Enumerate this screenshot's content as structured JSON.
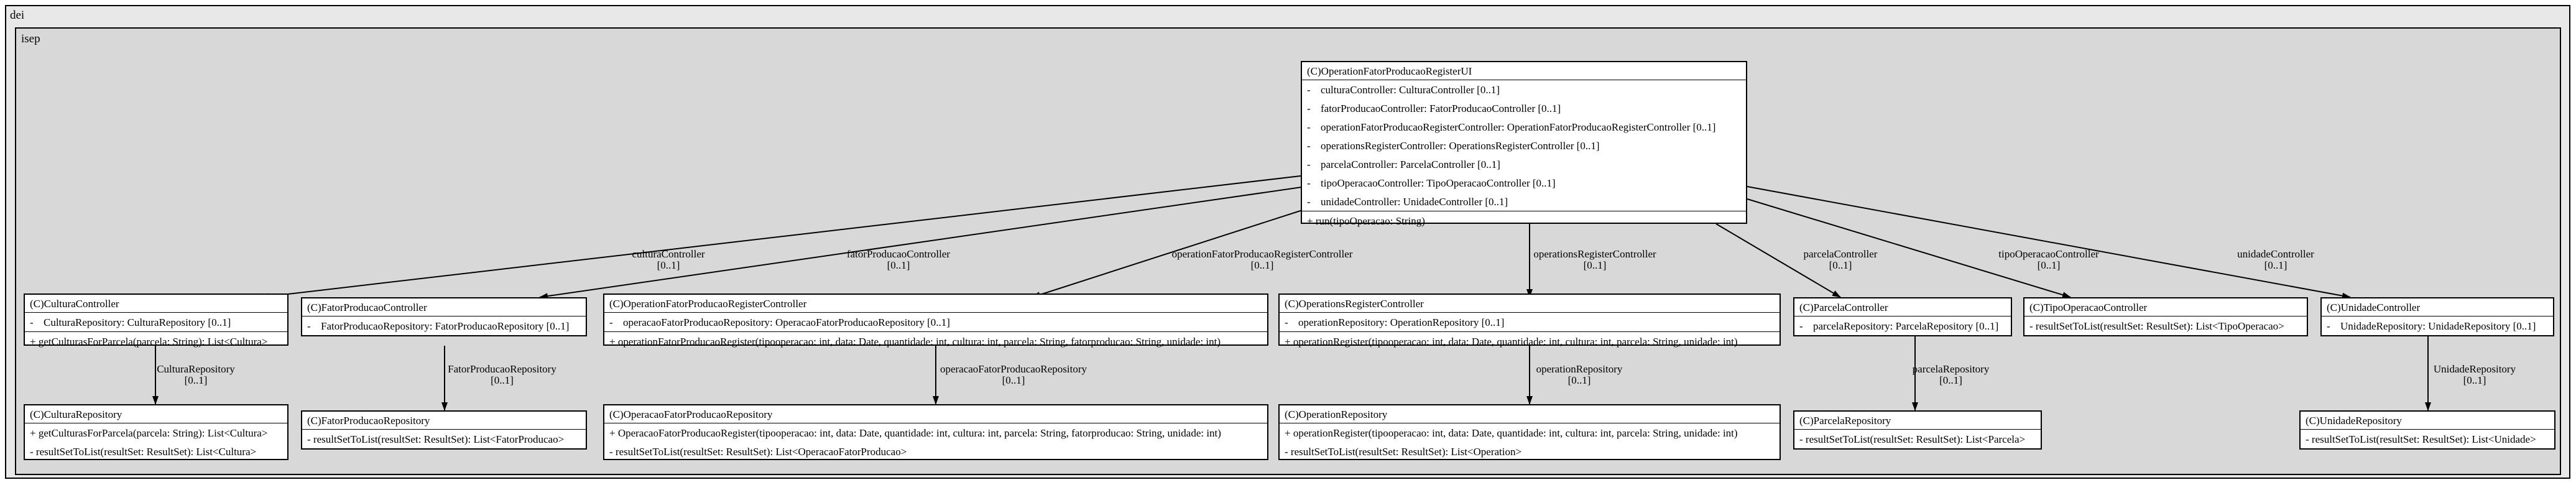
{
  "packages": {
    "outer": "dei",
    "inner": "isep"
  },
  "ui": {
    "title": "(C)OperationFatorProducaoRegisterUI",
    "attributes": [
      {
        "vis": "-",
        "text": "culturaController: CulturaController [0..1]"
      },
      {
        "vis": "-",
        "text": "fatorProducaoController: FatorProducaoController [0..1]"
      },
      {
        "vis": "-",
        "text": "operationFatorProducaoRegisterController: OperationFatorProducaoRegisterController [0..1]"
      },
      {
        "vis": "-",
        "text": "operationsRegisterController: OperationsRegisterController [0..1]"
      },
      {
        "vis": "-",
        "text": "parcelaController: ParcelaController [0..1]"
      },
      {
        "vis": "-",
        "text": "tipoOperacaoController: TipoOperacaoController [0..1]"
      },
      {
        "vis": "-",
        "text": "unidadeController: UnidadeController [0..1]"
      }
    ],
    "operations": [
      "+ run(tipoOperacao: String)"
    ]
  },
  "controllers": [
    {
      "title": "(C)CulturaController",
      "attr_vis": "-",
      "attr": "CulturaRepository: CulturaRepository [0..1]",
      "op": "+ getCulturasForParcela(parcela: String): List<Cultura>"
    },
    {
      "title": "(C)FatorProducaoController",
      "attr_vis": "-",
      "attr": "FatorProducaoRepository: FatorProducaoRepository [0..1]",
      "op": ""
    },
    {
      "title": "(C)OperationFatorProducaoRegisterController",
      "attr_vis": "-",
      "attr": "operacaoFatorProducaoRepository: OperacaoFatorProducaoRepository [0..1]",
      "op": "+ operationFatorProducaoRegister(tipooperacao: int, data: Date, quantidade: int, cultura: int, parcela: String, fatorproducao: String, unidade: int)"
    },
    {
      "title": "(C)OperationsRegisterController",
      "attr_vis": "-",
      "attr": "operationRepository: OperationRepository [0..1]",
      "op": "+ operationRegister(tipooperacao: int, data: Date, quantidade: int, cultura: int, parcela: String, unidade: int)"
    },
    {
      "title": "(C)ParcelaController",
      "attr_vis": "-",
      "attr": "parcelaRepository: ParcelaRepository [0..1]",
      "op": ""
    },
    {
      "title": "(C)TipoOperacaoController",
      "attr_vis": "",
      "attr": "",
      "op": "- resultSetToList(resultSet: ResultSet): List<TipoOperacao>"
    },
    {
      "title": "(C)UnidadeController",
      "attr_vis": "-",
      "attr": "UnidadeRepository: UnidadeRepository [0..1]",
      "op": ""
    }
  ],
  "repositories": [
    {
      "title": "(C)CulturaRepository",
      "ops": [
        "+ getCulturasForParcela(parcela: String): List<Cultura>",
        "- resultSetToList(resultSet: ResultSet): List<Cultura>"
      ]
    },
    {
      "title": "(C)FatorProducaoRepository",
      "ops": [
        "- resultSetToList(resultSet: ResultSet): List<FatorProducao>"
      ]
    },
    {
      "title": "(C)OperacaoFatorProducaoRepository",
      "ops": [
        "+ OperacaoFatorProducaoRegister(tipooperacao: int, data: Date, quantidade: int, cultura: int, parcela: String, fatorproducao: String, unidade: int)",
        "- resultSetToList(resultSet: ResultSet): List<OperacaoFatorProducao>"
      ]
    },
    {
      "title": "(C)OperationRepository",
      "ops": [
        "+ operationRegister(tipooperacao: int, data: Date, quantidade: int, cultura: int, parcela: String, unidade: int)",
        "- resultSetToList(resultSet: ResultSet): List<Operation>"
      ]
    },
    {
      "title": "(C)ParcelaRepository",
      "ops": [
        "- resultSetToList(resultSet: ResultSet): List<Parcela>"
      ]
    },
    {
      "title": "(C)UnidadeRepository",
      "ops": [
        "- resultSetToList(resultSet: ResultSet): List<Unidade>"
      ]
    }
  ],
  "edge_labels": {
    "ui_cultura": {
      "name": "culturaController",
      "mult": "[0..1]"
    },
    "ui_fator": {
      "name": "fatorProducaoController",
      "mult": "[0..1]"
    },
    "ui_opfator": {
      "name": "operationFatorProducaoRegisterController",
      "mult": "[0..1]"
    },
    "ui_opreg": {
      "name": "operationsRegisterController",
      "mult": "[0..1]"
    },
    "ui_parcela": {
      "name": "parcelaController",
      "mult": "[0..1]"
    },
    "ui_tipo": {
      "name": "tipoOperacaoController",
      "mult": "[0..1]"
    },
    "ui_unidade": {
      "name": "unidadeController",
      "mult": "[0..1]"
    },
    "cultura_repo": {
      "name": "CulturaRepository",
      "mult": "[0..1]"
    },
    "fator_repo": {
      "name": "FatorProducaoRepository",
      "mult": "[0..1]"
    },
    "opfator_repo": {
      "name": "operacaoFatorProducaoRepository",
      "mult": "[0..1]"
    },
    "opreg_repo": {
      "name": "operationRepository",
      "mult": "[0..1]"
    },
    "parcela_repo": {
      "name": "parcelaRepository",
      "mult": "[0..1]"
    },
    "unidade_repo": {
      "name": "UnidadeRepository",
      "mult": "[0..1]"
    }
  }
}
